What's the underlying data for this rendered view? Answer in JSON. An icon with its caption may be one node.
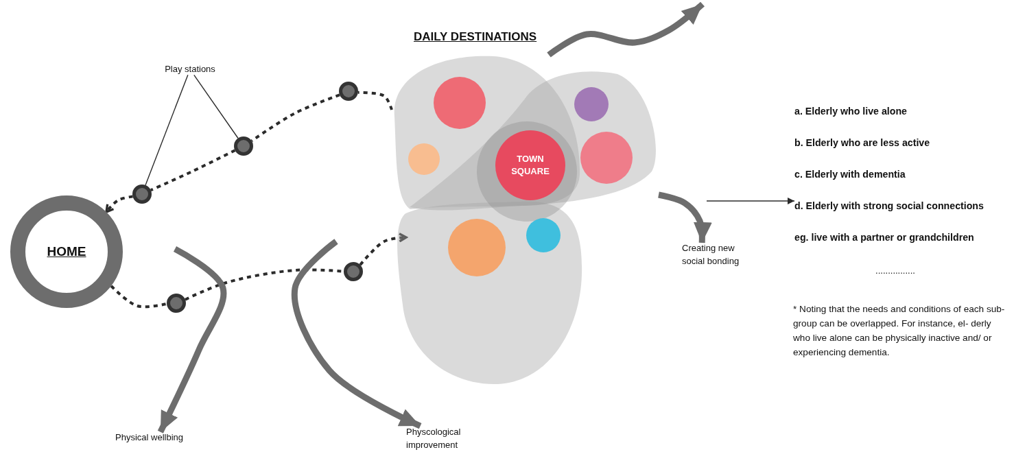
{
  "diagram": {
    "nodes": [
      {
        "text": [
          "HOME"
        ]
      },
      {
        "text": [
          "Play stations"
        ]
      },
      {
        "text": [],
        "shape": "circle"
      },
      {
        "text": [],
        "shape": "circle"
      },
      {
        "text": [],
        "shape": "circle"
      },
      {
        "text": [],
        "shape": "circle"
      },
      {
        "text": [],
        "shape": "circle"
      },
      {
        "text": [
          "DAILY DESTINATIONS"
        ]
      },
      {
        "text": [],
        "shape": "circle",
        "in": 7
      },
      {
        "text": [],
        "shape": "circle",
        "in": 7
      },
      {
        "text": [],
        "shape": "circle",
        "in": 7
      },
      {
        "text": [
          "TOWN SQUARE"
        ],
        "in": 7
      },
      {
        "text": [],
        "shape": "circle",
        "in": 7
      },
      {
        "text": [],
        "shape": "circle",
        "in": 7
      },
      {
        "text": [],
        "shape": "circle",
        "in": 7
      },
      {
        "text": [
          "Creating new social bonding"
        ]
      },
      {
        "text": [
          "Physical wellbing"
        ]
      },
      {
        "text": [
          "Physcological improvement"
        ]
      },
      {
        "text": [
          "a. Elderly who live alone",
          "b. Elderly who are less active",
          "c. Elderly with dementia",
          "d. Elderly with strong social connections",
          "eg. live with a partner or grandchildren"
        ]
      }
    ],
    "edges": [
      {
        "from": 7,
        "to": 5,
        "arrow": "none",
        "style": "dashed"
      },
      {
        "from": 5,
        "to": 4,
        "arrow": "none",
        "style": "dashed"
      },
      {
        "from": 4,
        "to": 2,
        "arrow": "none",
        "style": "dashed"
      },
      {
        "from": 2,
        "to": 0,
        "arrow": "to",
        "style": "dashed"
      },
      {
        "from": 0,
        "to": 3,
        "arrow": "none",
        "style": "dashed"
      },
      {
        "from": 3,
        "to": 6,
        "arrow": "none",
        "style": "dashed"
      },
      {
        "from": 6,
        "to": 7,
        "arrow": "to",
        "style": "dashed"
      },
      {
        "from": 1,
        "to": 2,
        "arrow": "none"
      },
      {
        "from": 1,
        "to": 4,
        "arrow": "none"
      },
      {
        "from": 7,
        "to": null,
        "arrow": "to",
        "style": "thick",
        "color": "#6d6d6d"
      },
      {
        "from": 7,
        "to": 15,
        "arrow": "to",
        "style": "thick",
        "color": "#6d6d6d"
      },
      {
        "from": null,
        "to": 16,
        "arrow": "to",
        "style": "thick",
        "color": "#6d6d6d"
      },
      {
        "from": null,
        "to": 17,
        "arrow": "to",
        "style": "thick",
        "color": "#6d6d6d"
      },
      {
        "from": null,
        "to": 18,
        "arrow": "to"
      }
    ],
    "labels": [
      "................",
      "* Noting that the needs and conditions of each sub-group can be overlapped. For instance, el- derly who live alone can be physically inactive and/ or experiencing dementia."
    ]
  }
}
